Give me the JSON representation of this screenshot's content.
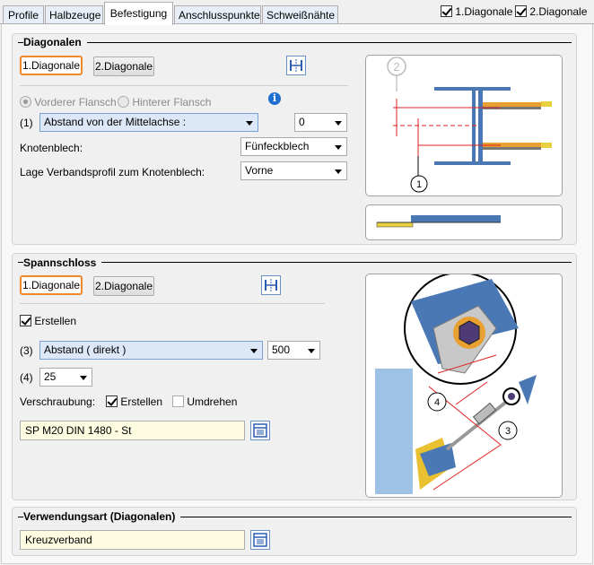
{
  "tabs": [
    {
      "label": "Profile",
      "active": false
    },
    {
      "label": "Halbzeuge",
      "active": false
    },
    {
      "label": "Befestigung",
      "active": true
    },
    {
      "label": "Anschlusspunkte",
      "active": false
    },
    {
      "label": "Schweißnähte",
      "active": false
    }
  ],
  "header_checks": {
    "diag1": {
      "label": "1.Diagonale",
      "checked": true
    },
    "diag2": {
      "label": "2.Diagonale",
      "checked": true
    }
  },
  "diagonalen": {
    "title": "Diagonalen",
    "btn1": "1.Diagonale",
    "btn2": "2.Diagonale",
    "radio_front": "Vorderer Flansch",
    "radio_back": "Hinterer Flansch",
    "row1_label": "(1)",
    "row1_combo": "Abstand von der Mittelachse :",
    "row1_value": "0",
    "knoten_label": "Knotenblech:",
    "knoten_value": "Fünfeckblech",
    "lage_label": "Lage Verbandsprofil zum Knotenblech:",
    "lage_value": "Vorne",
    "diagram": {
      "marker_top": "2",
      "marker_bottom": "1"
    }
  },
  "spannschloss": {
    "title": "Spannschloss",
    "btn1": "1.Diagonale",
    "btn2": "2.Diagonale",
    "erstellen_label": "Erstellen",
    "erstellen_checked": true,
    "row3_label": "(3)",
    "row3_combo": "Abstand ( direkt )",
    "row3_value": "500",
    "row4_label": "(4)",
    "row4_value": "25",
    "verschraubung_label": "Verschraubung:",
    "v_erstellen_label": "Erstellen",
    "v_erstellen_checked": true,
    "umdrehen_label": "Umdrehen",
    "umdrehen_checked": false,
    "bolt_value": "SP M20 DIN 1480 - St",
    "diagram": {
      "marker_3": "3",
      "marker_4": "4"
    }
  },
  "verwendungsart": {
    "title": "Verwendungsart (Diagonalen)",
    "value": "Kreuzverband"
  },
  "colors": {
    "accent_selected": "#f0882c",
    "field_yellow": "#fdfbe0",
    "combo_blue": "#dce8f7",
    "steel_blue": "#4a78b5",
    "dim_red": "#e02020"
  }
}
